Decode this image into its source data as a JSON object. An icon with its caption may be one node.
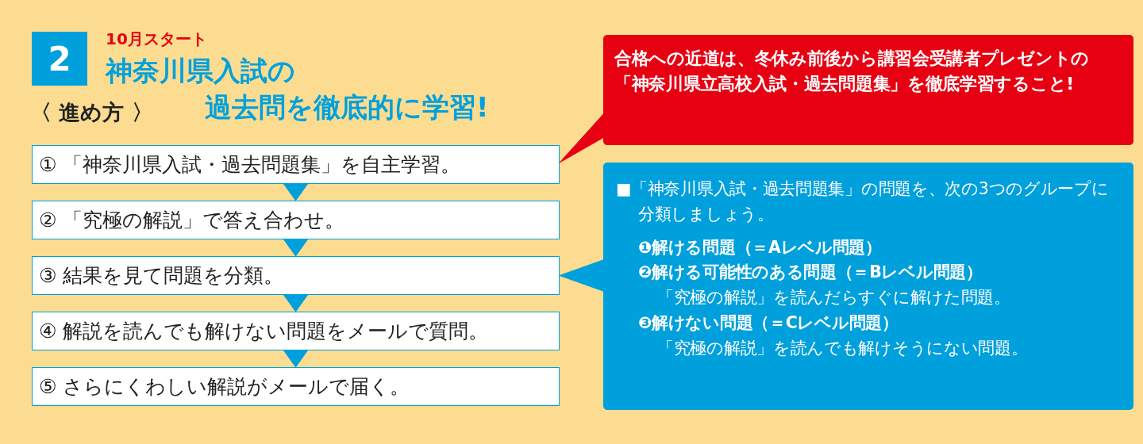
{
  "diagram": {
    "title": "神奈川県入試の過去問を徹底的に学習!",
    "nodes": [
      {
        "text": [
          "① 「神奈川県入試・過去問題集」を自主学習。"
        ]
      },
      {
        "text": [
          "② 「究極の解説」で答え合わせ。"
        ]
      },
      {
        "text": [
          "③ 結果を見て問題を分類。"
        ]
      },
      {
        "text": [
          "④ 解説を読んでも解けない問題をメールで質問。"
        ]
      },
      {
        "text": [
          "⑤ さらにくわしい解説がメールで届く。"
        ]
      },
      {
        "text": [
          "合格への近道は、冬休み前後から講習会受講者プレゼントの「神奈川県立高校入試・過去問題集」を徹底学習すること!"
        ]
      },
      {
        "text": [
          "■「神奈川県入試・過去問題集」の問題を、次の3つのグループに分類しましょう。",
          "❶解ける問題（＝Aレベル問題）",
          "❷解ける可能性のある問題（＝Bレベル問題）",
          "「究極の解説」を読んだらすぐに解けた問題。",
          "❸解けない問題（＝Cレベル問題）",
          "「究極の解説」を読んでも解けそうにない問題。"
        ]
      }
    ],
    "edges": [
      {
        "from": 0,
        "to": 1,
        "arrow": "to"
      },
      {
        "from": 1,
        "to": 2,
        "arrow": "to"
      },
      {
        "from": 2,
        "to": 3,
        "arrow": "to"
      },
      {
        "from": 3,
        "to": 4,
        "arrow": "to"
      },
      {
        "from": 5,
        "to": 0,
        "arrow": "to",
        "color": "#e60012"
      },
      {
        "from": 6,
        "to": 2,
        "arrow": "to",
        "color": "#00a0dc"
      }
    ],
    "labels": [
      "2",
      "10月スタート",
      "〈 進め方 〉"
    ]
  }
}
